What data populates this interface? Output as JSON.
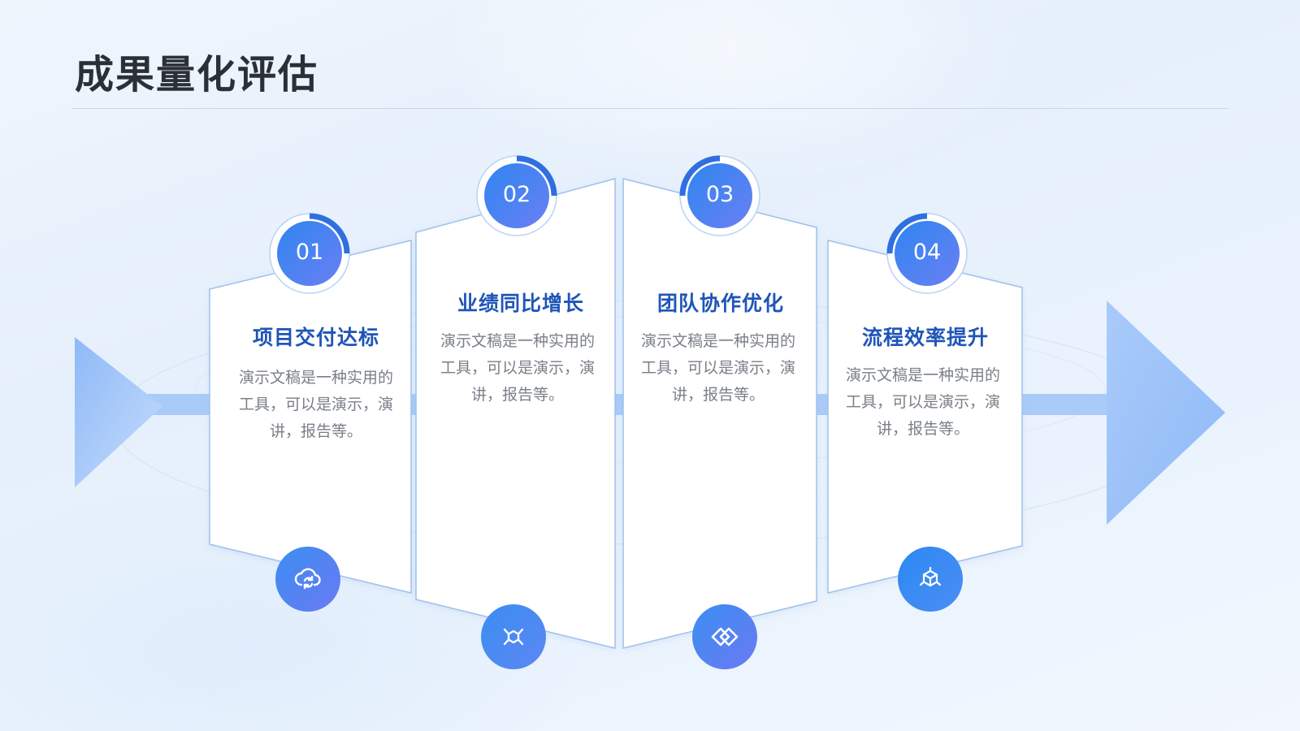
{
  "page": {
    "title": "成果量化评估"
  },
  "steps": [
    {
      "number": "01",
      "title": "项目交付达标",
      "desc": "演示文稿是一种实用的工具，可以是演示，演讲，报告等。",
      "icon": "cloud-refresh-icon"
    },
    {
      "number": "02",
      "title": "业绩同比增长",
      "desc": "演示文稿是一种实用的工具，可以是演示，演讲，报告等。",
      "icon": "molecule-network-icon"
    },
    {
      "number": "03",
      "title": "团队协作优化",
      "desc": "演示文稿是一种实用的工具，可以是演示，演讲，报告等。",
      "icon": "linked-diamonds-icon"
    },
    {
      "number": "04",
      "title": "流程效率提升",
      "desc": "演示文稿是一种实用的工具，可以是演示，演讲，报告等。",
      "icon": "cube-network-icon"
    }
  ],
  "colors": {
    "accent": "#2f6fe0",
    "title": "#1f55b8",
    "badge_start": "#2f84f0",
    "badge_end": "#5b7cf2",
    "arrow": "#9ec3f8"
  }
}
